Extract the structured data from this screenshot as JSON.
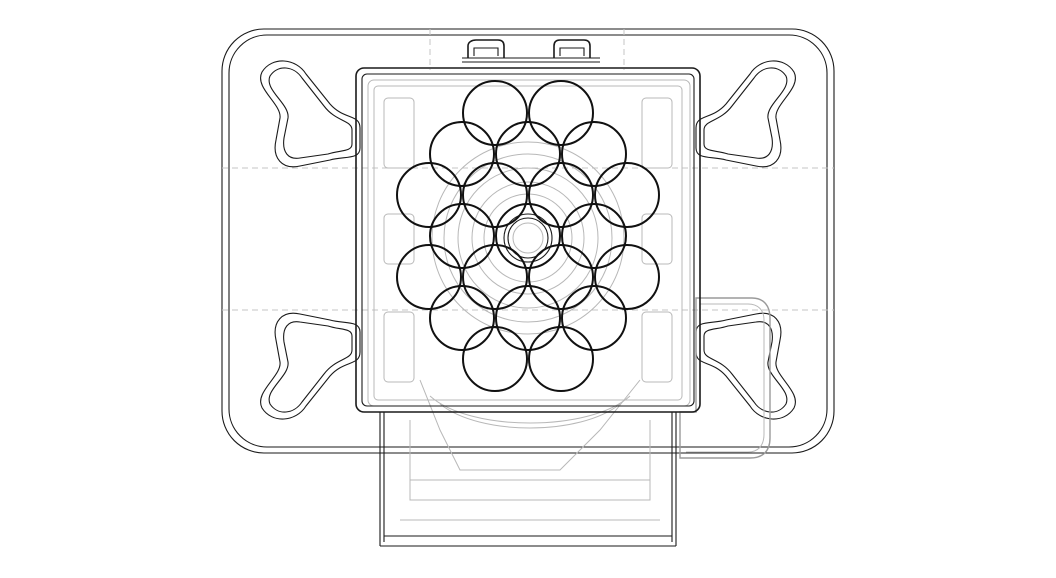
{
  "drawing": {
    "view": "top view",
    "line_color": "#1a1a1a",
    "hidden_line_color": "#b8b8b8",
    "background": "#ffffff",
    "lens_grid": {
      "rows": [
        2,
        3,
        4,
        3,
        4,
        3,
        2
      ],
      "total_lenses": 21
    }
  }
}
